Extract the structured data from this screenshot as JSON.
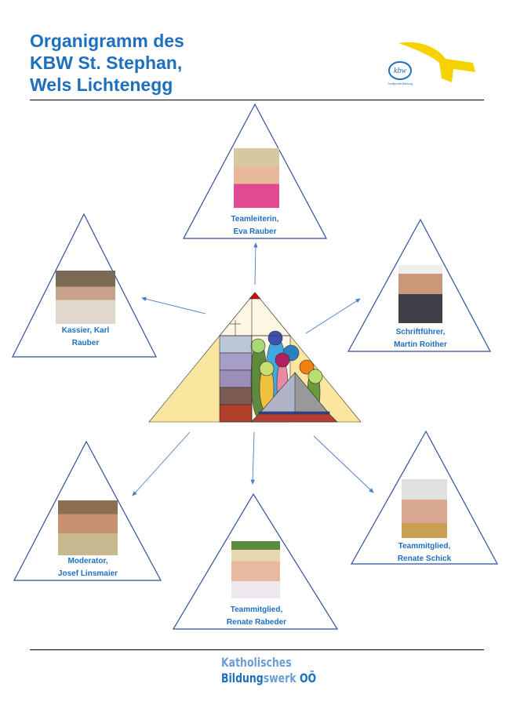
{
  "header": {
    "title_lines": [
      "Organigramm des",
      "KBW St. Stephan,",
      "Wels Lichtenegg"
    ],
    "logo_text": "kbw",
    "logo_subtext": "Treffpunkt Bildung"
  },
  "members": [
    {
      "role": "Teamleiterin,",
      "name": "Eva Rauber"
    },
    {
      "role": "Kassier, Karl",
      "name": "Rauber"
    },
    {
      "role": "Schriftführer,",
      "name": "Martin Roither"
    },
    {
      "role": "Moderator,",
      "name": "Josef Linsmaier"
    },
    {
      "role": "Teammitglied,",
      "name": "Renate Rabeder"
    },
    {
      "role": "Teammitglied,",
      "name": "Renate Schick"
    }
  ],
  "footer": {
    "logo_line1": "Katholisches",
    "logo_line2_bold": "Bildung",
    "logo_line2_rest": "swerk ",
    "logo_line2_end": "OÖ"
  },
  "colors": {
    "accent": "#1f6fbf",
    "triangle_stroke": "#2f4f9a",
    "arrow": "#4a7cc8"
  }
}
